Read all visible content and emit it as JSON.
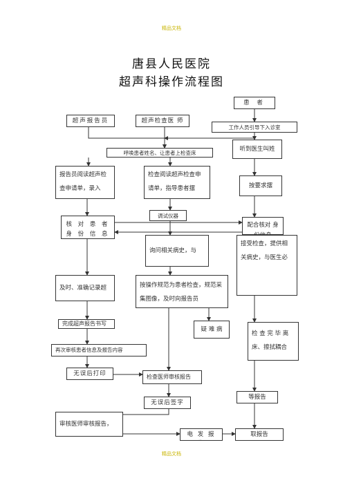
{
  "header": {
    "top_mark": "精品文档",
    "bottom_mark": "精品文档"
  },
  "title": {
    "line1": "唐县人民医院",
    "line2": "超声科操作流程图"
  },
  "boxes": {
    "patient": "患      者",
    "report_clerk": "超声报告员",
    "exam_doctor": "超声检查医  师",
    "staff_guide": "工作人员引导下入诊室",
    "call_patient": "呼唤患者姓名、让患者上检查床",
    "hear_name": "听到医生叫姓",
    "clerk_read": "报告员阅读超声检查申请单，录入",
    "doctor_read": "检查阅读超声检查申请单，指导患者摆",
    "follow_position": "按要求摆",
    "debug": "调试仪器",
    "verify_patient": "核 对 患 者 身 份 信 息",
    "cooperate_verify": "配合核对 身份信息",
    "inquire": "询问相关病史，与",
    "accept_exam": "接受检查，提供相关病史，与医生必",
    "record": "及时、准确记录超",
    "standard_exam": "按操作规范为患者检查，规范采集图像，及时向报告员",
    "difficult": "疑 难 病 例",
    "finish_exam": "检 查 完 毕 离 床、擦拭耦合",
    "complete_report": "完成超声报告书写",
    "recheck_report": "再次审核患者信息及报告内容",
    "print": "无误后打印",
    "doctor_review": "检查医师审核报告",
    "sign": "无误后签字",
    "wait_report": "等报告",
    "chief_review": "审核医师审核报告，",
    "issue_report": "电 发 报 告",
    "take_report": "取报告"
  }
}
